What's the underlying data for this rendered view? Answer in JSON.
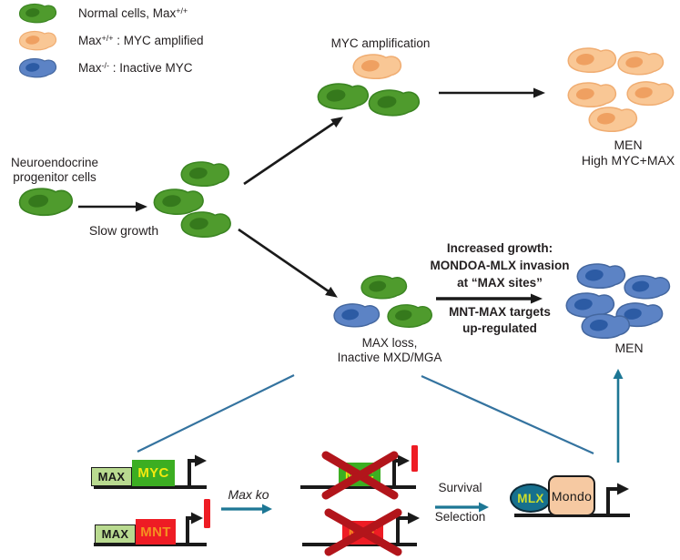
{
  "legend": {
    "items": [
      {
        "pre": "Normal cells, Max",
        "sup": "+/+",
        "post": ""
      },
      {
        "pre": "Max",
        "sup": "+/+",
        "post": " : MYC amplified"
      },
      {
        "pre": "Max",
        "sup": "-/-",
        "post": " : Inactive MYC"
      }
    ]
  },
  "labels": {
    "myc_amplification": "MYC amplification",
    "neuro_line1": "Neuroendocrine",
    "neuro_line2": "progenitor cells",
    "slow_growth": "Slow growth",
    "men_orange_line1": "MEN",
    "men_orange_line2": "High MYC+MAX",
    "increased_line1": "Increased growth:",
    "increased_line2": "MONDOA-MLX invasion",
    "increased_line3": "at “MAX sites”",
    "increased_line4": "MNT-MAX targets",
    "increased_line5": "up-regulated",
    "max_loss_line1": "MAX loss,",
    "max_loss_line2": "Inactive MXD/MGA",
    "men_blue": "MEN",
    "max_ko": "Max ko",
    "survival": "Survival",
    "selection": "Selection"
  },
  "gene_boxes": {
    "max": "MAX",
    "myc": "MYC",
    "mnt": "MNT",
    "mlx": "MLX",
    "mondo": "Mondo"
  },
  "colors": {
    "green_cell": "#4f9b2d",
    "green_nucleus": "#35791c",
    "orange_cell": "#f9c795",
    "orange_nucleus": "#efa061",
    "blue_cell": "#5c83c5",
    "blue_nucleus": "#2c5ba4",
    "teal_arrow": "#1d7795",
    "connector_blue": "#34739f",
    "inhibitor_red": "#ee1c24",
    "cross_dark_red": "#b2151b",
    "myc_box_green": "#3cae22",
    "myc_text_yellow": "#f2ea0f",
    "mnt_text_orange": "#f59120",
    "max_box_light_green": "#b9da90",
    "mlx_teal": "#16708e",
    "mlx_text": "#cede2a",
    "mondo_peach": "#f6c9a2",
    "arrow_black": "#1a1a1a"
  }
}
